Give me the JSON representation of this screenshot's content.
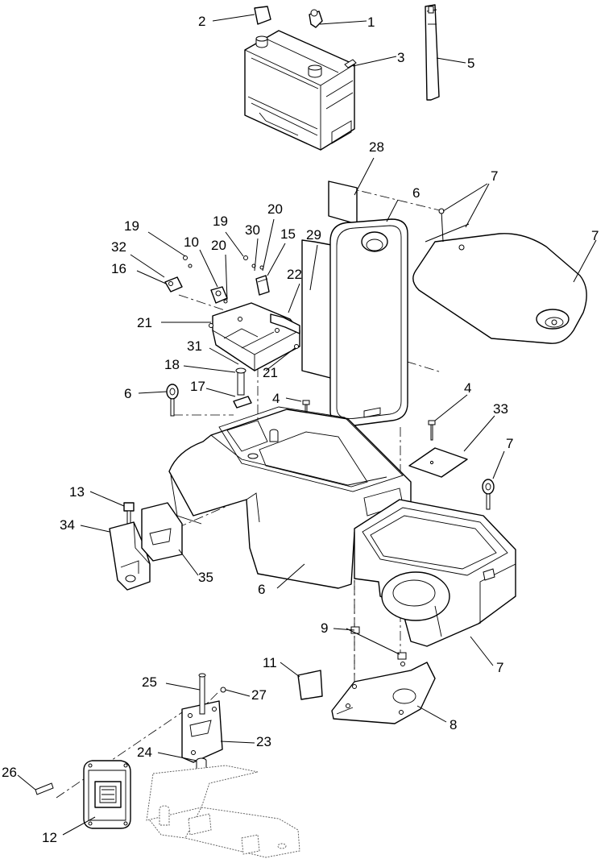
{
  "diagram": {
    "callouts": {
      "c1": "1",
      "c2": "2",
      "c3": "3",
      "c4a": "4",
      "c4b": "4",
      "c5": "5",
      "c6a": "6",
      "c6b": "6",
      "c6c": "6",
      "c7a": "7",
      "c7b": "7",
      "c7c": "7",
      "c7d": "7",
      "c8": "8",
      "c9": "9",
      "c10": "10",
      "c11": "11",
      "c12": "12",
      "c13": "13",
      "c15": "15",
      "c16": "16",
      "c17": "17",
      "c18": "18",
      "c19a": "19",
      "c19b": "19",
      "c20a": "20",
      "c20b": "20",
      "c21a": "21",
      "c21b": "21",
      "c22": "22",
      "c23": "23",
      "c24": "24",
      "c25": "25",
      "c26": "26",
      "c27": "27",
      "c28": "28",
      "c29": "29",
      "c30": "30",
      "c31": "31",
      "c32": "32",
      "c33": "33",
      "c34": "34",
      "c35": "35"
    }
  }
}
